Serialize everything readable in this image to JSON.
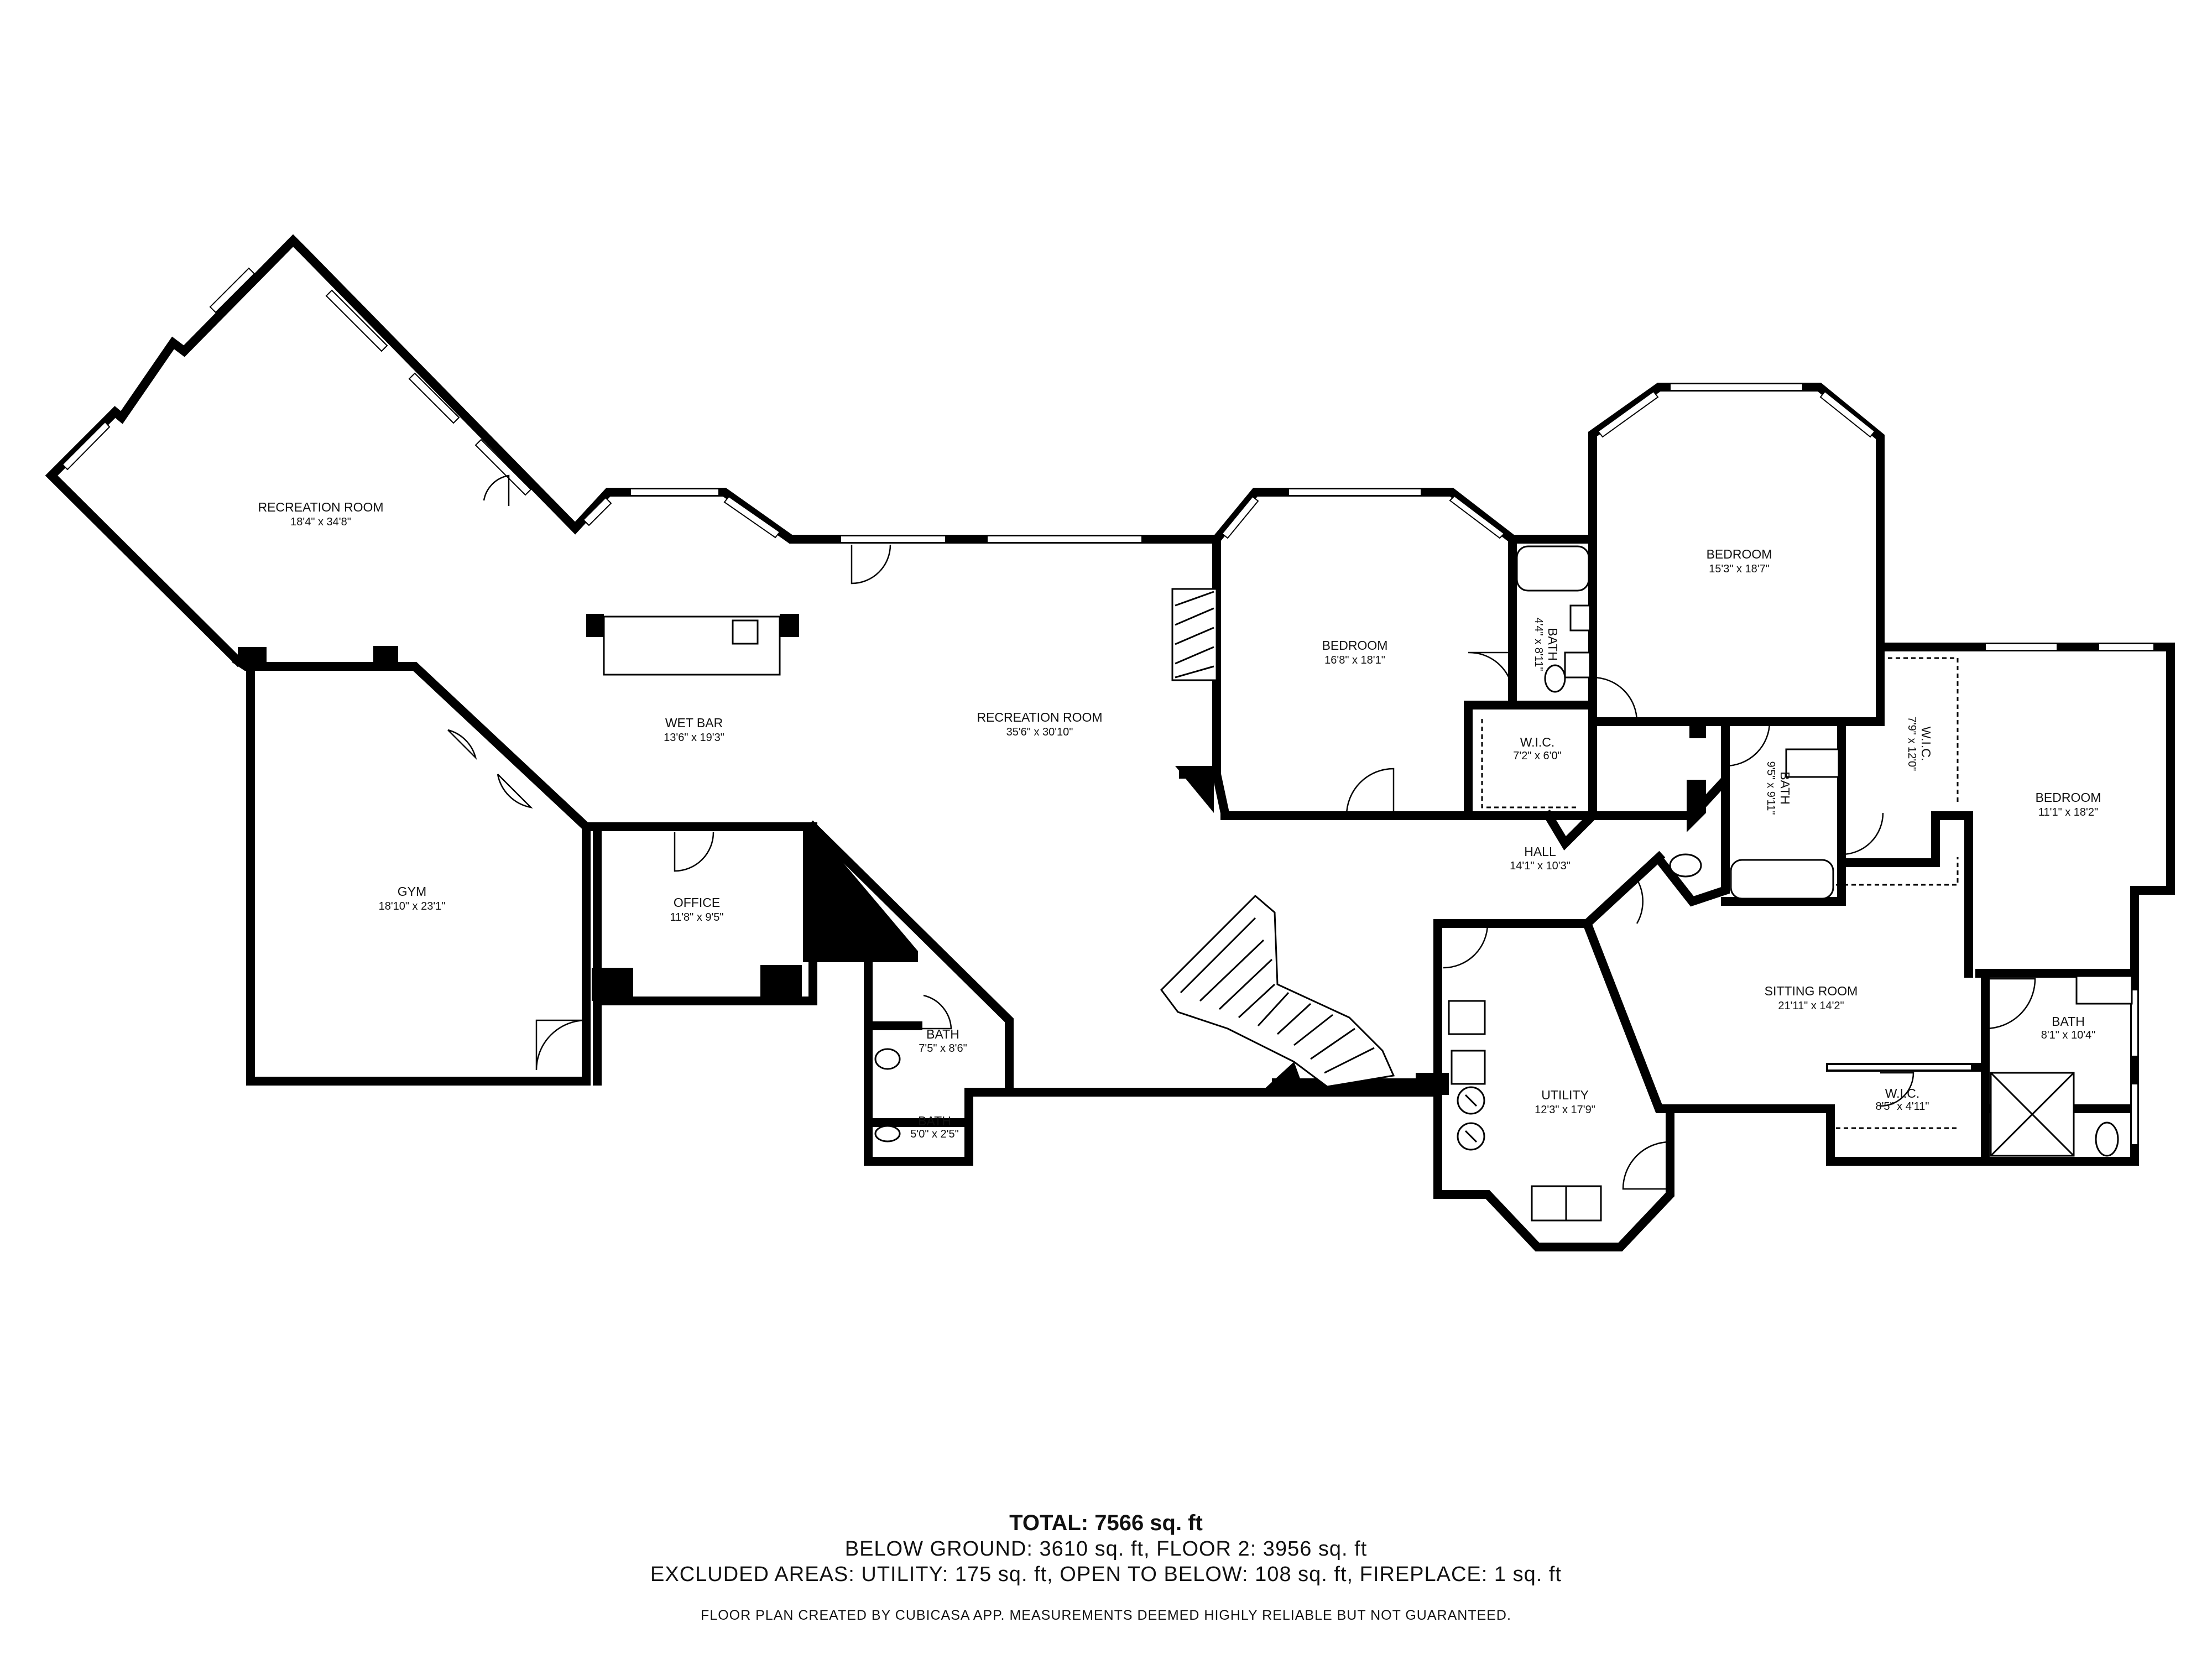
{
  "rooms": [
    {
      "name": "RECREATION ROOM",
      "dims": "18'4\" x 34'8\""
    },
    {
      "name": "WET BAR",
      "dims": "13'6\" x 19'3\""
    },
    {
      "name": "RECREATION ROOM",
      "dims": "35'6\" x 30'10\""
    },
    {
      "name": "GYM",
      "dims": "18'10\" x 23'1\""
    },
    {
      "name": "OFFICE",
      "dims": "11'8\" x 9'5\""
    },
    {
      "name": "BATH",
      "dims": "7'5\" x 8'6\""
    },
    {
      "name": "BATH",
      "dims": "5'0\" x 2'5\""
    },
    {
      "name": "BEDROOM",
      "dims": "16'8\" x 18'1\""
    },
    {
      "name": "BATH",
      "dims": "4'4\" x 8'11\""
    },
    {
      "name": "W.I.C.",
      "dims": "7'2\" x 6'0\""
    },
    {
      "name": "BEDROOM",
      "dims": "15'3\" x 18'7\""
    },
    {
      "name": "HALL",
      "dims": "14'1\" x 10'3\""
    },
    {
      "name": "BATH",
      "dims": "9'5\" x 9'11\""
    },
    {
      "name": "W.I.C.",
      "dims": "7'9\" x 12'0\""
    },
    {
      "name": "BEDROOM",
      "dims": "11'1\" x 18'2\""
    },
    {
      "name": "SITTING ROOM",
      "dims": "21'11\" x 14'2\""
    },
    {
      "name": "UTILITY",
      "dims": "12'3\" x 17'9\""
    },
    {
      "name": "BATH",
      "dims": "8'1\" x 10'4\""
    },
    {
      "name": "W.I.C.",
      "dims": "8'5\" x 4'11\""
    }
  ],
  "summary": {
    "total": "TOTAL: 7566 sq. ft",
    "areas": "BELOW GROUND: 3610 sq. ft, FLOOR 2: 3956 sq. ft",
    "excluded": "EXCLUDED AREAS: UTILITY: 175 sq. ft, OPEN TO BELOW: 108 sq. ft, FIREPLACE: 1 sq. ft",
    "disclaimer": "FLOOR PLAN CREATED BY CUBICASA APP. MEASUREMENTS DEEMED HIGHLY RELIABLE BUT NOT GUARANTEED."
  }
}
